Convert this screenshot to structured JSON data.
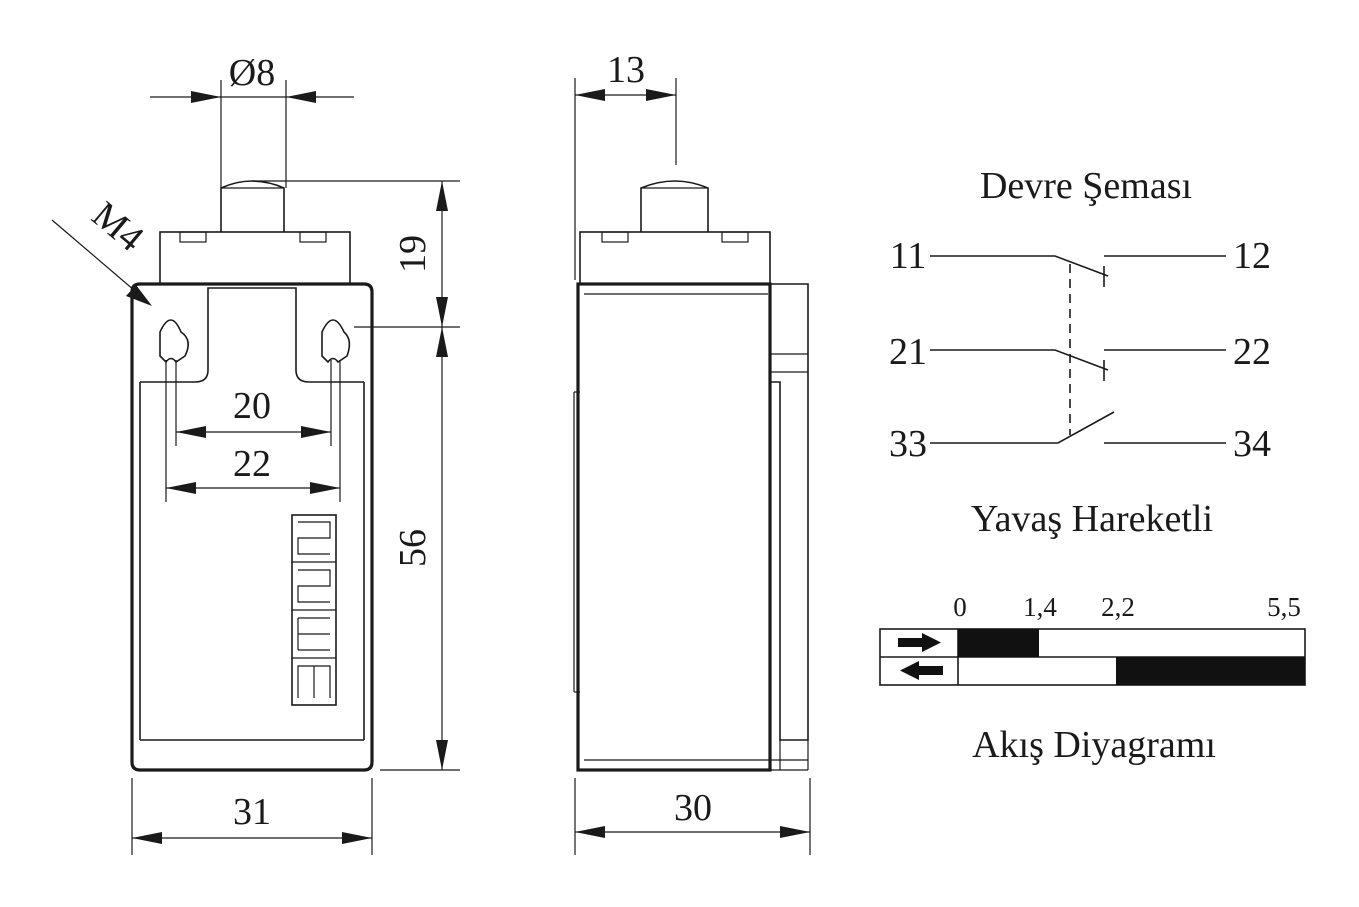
{
  "front_view": {
    "dim_pin_diameter": "Ø8",
    "dim_thread": "M4",
    "dim_actuator_height": "19",
    "dim_inner_holes": "20",
    "dim_outer_holes": "22",
    "dim_body_height": "56",
    "dim_width": "31",
    "logo_letters": [
      "S",
      "E",
      "M",
      "S"
    ]
  },
  "side_view": {
    "dim_pin_offset": "13",
    "dim_depth": "30"
  },
  "circuit": {
    "title": "Devre Şeması",
    "terminals": {
      "t11": "11",
      "t12": "12",
      "t21": "21",
      "t22": "22",
      "t33": "33",
      "t34": "34"
    },
    "subtitle": "Yavaş Hareketli"
  },
  "flow": {
    "ticks": {
      "t0": "0",
      "t1": "1,4",
      "t2": "2,2",
      "t3": "5,5"
    },
    "title": "Akış Diyagramı",
    "rows": [
      {
        "direction": "forward",
        "black_from": 0,
        "black_to": 1.4
      },
      {
        "direction": "return",
        "black_from": 2.2,
        "black_to": 5.5
      }
    ]
  }
}
